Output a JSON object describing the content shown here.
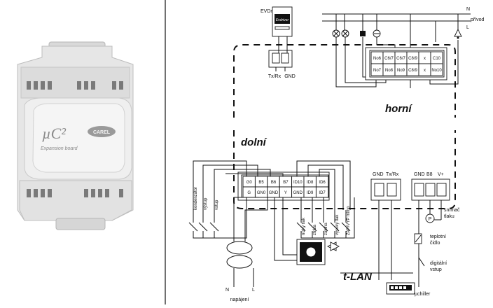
{
  "product": {
    "brand_logo": "CAREL",
    "model": "µC²",
    "subtitle": "Expansion board"
  },
  "labels": {
    "ev_driver": "EVDriver",
    "ev_driver_logo": "Evdriver",
    "txrx": "Tx/Rx",
    "gnd": "GND",
    "n": "N",
    "l": "L",
    "prirvod": "přívod",
    "horni": "horní",
    "dolni": "dolní",
    "tlan": "t-LAN",
    "chiller": "µchiller",
    "gnd_b": "GND",
    "txrx_b": "Tx/Rx",
    "gnd_c": "GND",
    "b8": "B8",
    "vplus": "V+",
    "snimac_tlaku": [
      "snímač",
      "tlaku"
    ],
    "teplotni_cidlo": [
      "teplotní",
      "čidlo"
    ],
    "digitalni_vstup": [
      "digitální",
      "vstup"
    ],
    "napajeni": "napájení",
    "n_bottom": "N",
    "l_bottom": "L",
    "rot_left": [
      "kondenzátor",
      "výstup",
      "vstup"
    ],
    "rot_right": [
      "nízký tlak",
      "ztráta",
      "záloha",
      "vysoký tlak",
      "ZAP/VYP mimo"
    ]
  },
  "terminal_top": {
    "row1": [
      "No6",
      "C6/7",
      "C6/7",
      "C8/9",
      "x",
      "C10"
    ],
    "row2": [
      "No7",
      "No8",
      "No9",
      "C8/9",
      "x",
      "No10"
    ]
  },
  "terminal_bottom": {
    "row1": [
      "G0",
      "B5",
      "B6",
      "B7",
      "ID10",
      "ID8",
      "ID6"
    ],
    "row2": [
      "G",
      "GN0",
      "GND",
      "Y",
      "GND",
      "ID9",
      "ID7"
    ]
  }
}
